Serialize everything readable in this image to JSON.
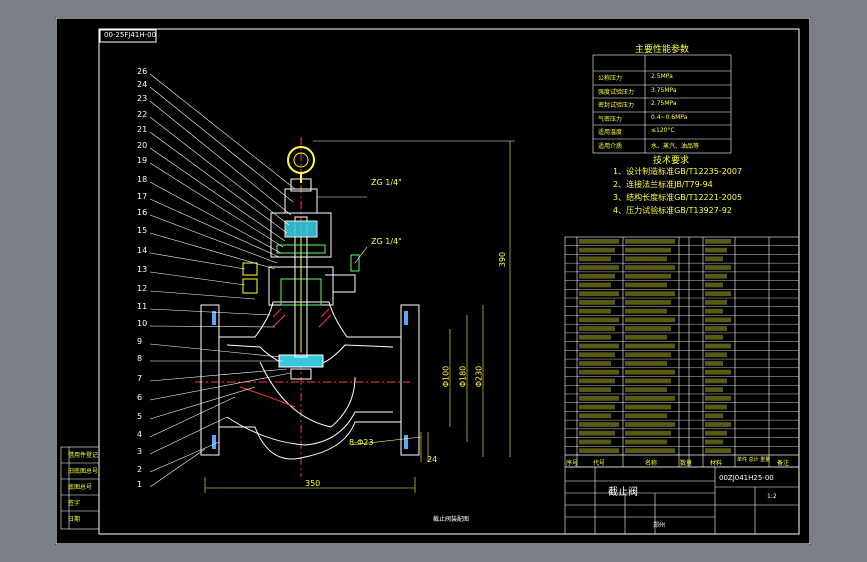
{
  "drawing": {
    "code_box": "00-25FJ41H-00",
    "bottom_caption": "截止阀装配图",
    "balloons": [
      "26",
      "24",
      "23",
      "22",
      "21",
      "20",
      "19",
      "18",
      "17",
      "16",
      "15",
      "14",
      "13",
      "12",
      "11",
      "10",
      "9",
      "8",
      "7",
      "6",
      "5",
      "4",
      "3",
      "2",
      "1"
    ],
    "dims": {
      "g_top": "ZG 1/4\"",
      "g_mid": "ZG 1/4\"",
      "height": "390",
      "width": "350",
      "flange_holes": "8-Φ23",
      "flange_t": "24",
      "d1": "Φ100",
      "d2": "Φ180",
      "d3": "Φ230"
    }
  },
  "perf_table": {
    "title": "主要性能参数",
    "rows": [
      {
        "label": "公称压力",
        "value": "2.5MPa"
      },
      {
        "label": "强度试验压力",
        "value": "3.75MPa"
      },
      {
        "label": "密封试验压力",
        "value": "2.75MPa"
      },
      {
        "label": "气密压力",
        "value": "0.4~0.6MPa"
      },
      {
        "label": "适用温度",
        "value": "≤120°C"
      },
      {
        "label": "适用介质",
        "value": "水、蒸汽、油品等"
      }
    ]
  },
  "tech": {
    "title": "技术要求",
    "items": [
      "1、设计制造标准GB/T12235-2007",
      "2、连接法兰标准JB/T79-94",
      "3、结构长度标准GB/T12221-2005",
      "4、压力试验标准GB/T13927-92"
    ]
  },
  "parts_header": {
    "no": "序号",
    "code": "代号",
    "name": "名称",
    "qty": "数量",
    "material": "材料",
    "weight": "单件 总计 重量",
    "note": "备注"
  },
  "title_block": {
    "name": "截止阀",
    "drawing_no": "00ZJ041H25-00",
    "scale": "1:2",
    "school": "郑州"
  },
  "left_block": [
    "借用件登记",
    "旧底图总号",
    "底图总号",
    "签字",
    "日期"
  ]
}
